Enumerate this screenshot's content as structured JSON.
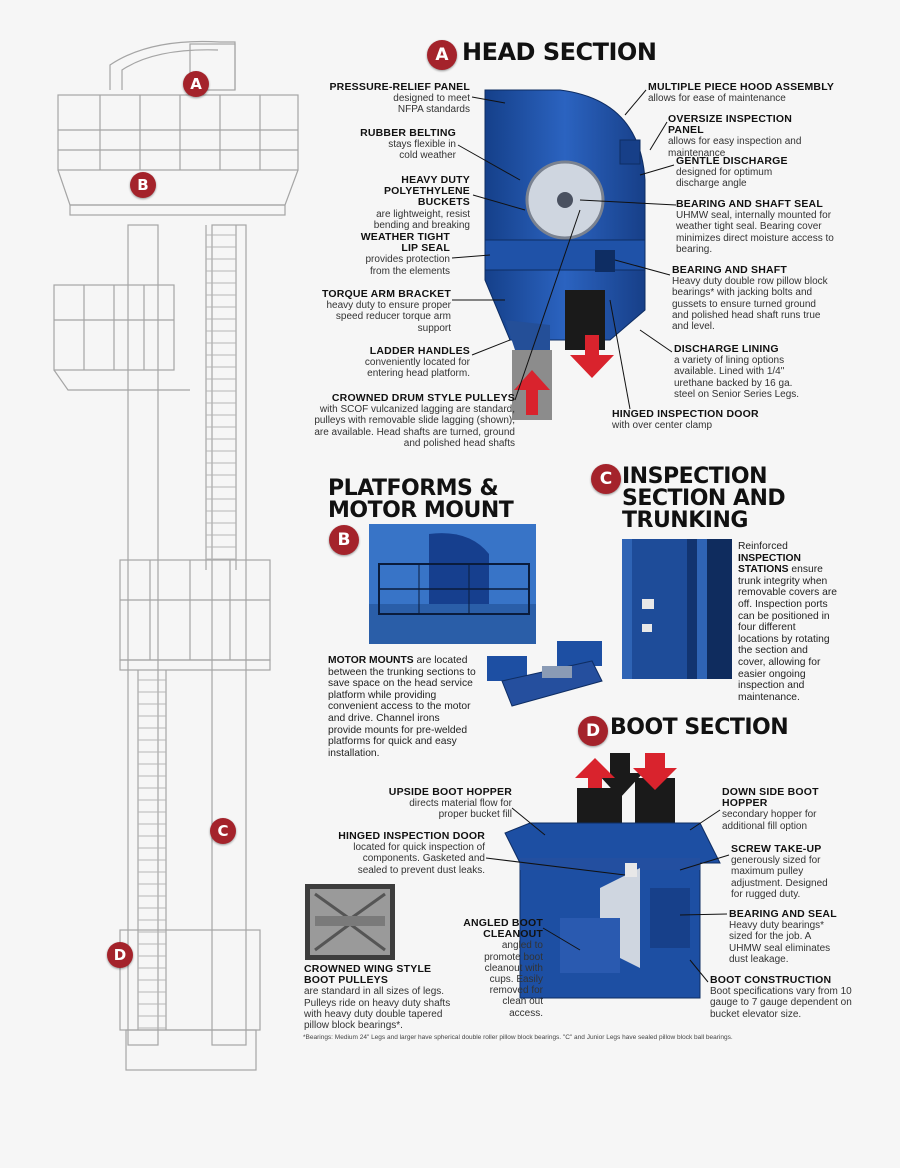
{
  "head": {
    "badge": "A",
    "title": "HEAD SECTION",
    "left_callouts": [
      {
        "title": "PRESSURE-RELIEF PANEL",
        "text": "designed to meet NFPA standards"
      },
      {
        "title": "RUBBER BELTING",
        "text": "stays flexible in cold weather"
      },
      {
        "title": "HEAVY DUTY POLYETHYLENE BUCKETS",
        "text": "are lightweight, resist bending and breaking"
      },
      {
        "title": "WEATHER TIGHT LIP SEAL",
        "text": "provides protection from the elements"
      },
      {
        "title": "TORQUE ARM BRACKET",
        "text": "heavy duty to ensure proper speed reducer torque arm support"
      },
      {
        "title": "LADDER HANDLES",
        "text": "conveniently located for entering head platform."
      },
      {
        "title": "CROWNED DRUM STYLE PULLEYS",
        "text": "with SCOF vulcanized lagging are standard, pulleys with removable slide lagging (shown), are available. Head shafts are turned, ground and polished head shafts"
      }
    ],
    "right_callouts": [
      {
        "title": "MULTIPLE PIECE HOOD ASSEMBLY",
        "text": "allows for ease of maintenance"
      },
      {
        "title": "OVERSIZE INSPECTION PANEL",
        "text": "allows for easy inspection and maintenance"
      },
      {
        "title": "GENTLE DISCHARGE",
        "text": "designed for optimum discharge angle"
      },
      {
        "title": "BEARING AND SHAFT SEAL",
        "text": "UHMW seal, internally mounted for weather tight seal. Bearing cover minimizes direct moisture access to bearing."
      },
      {
        "title": "BEARING AND SHAFT",
        "text": "Heavy duty double row pillow block bearings* with jacking bolts and gussets to ensure turned ground and polished head shaft runs true and level."
      },
      {
        "title": "DISCHARGE LINING",
        "text": "a variety of lining options available. Lined with 1/4\" urethane backed by 16 ga. steel on Senior Series Legs."
      },
      {
        "title": "HINGED INSPECTION DOOR",
        "text": "with over center clamp"
      }
    ]
  },
  "platforms": {
    "badge": "B",
    "title_line1": "PLATFORMS &",
    "title_line2": "MOTOR MOUNT",
    "bold": "MOTOR MOUNTS",
    "text": "are located between the trunking sections to save space on the head service platform while providing convenient access to the motor and drive. Channel irons provide mounts for pre-welded platforms for quick and easy installation."
  },
  "inspection": {
    "badge": "C",
    "title_line1": "INSPECTION",
    "title_line2": "SECTION AND",
    "title_line3": "TRUNKING",
    "pre": "Reinforced",
    "bold": "INSPECTION STATIONS",
    "text": "ensure trunk integrity when removable covers are off. Inspection ports can be positioned in four different locations by rotating the section and cover, allowing for easier ongoing inspection and maintenance."
  },
  "boot": {
    "badge": "D",
    "title": "BOOT SECTION",
    "left_callouts": [
      {
        "title": "UPSIDE BOOT HOPPER",
        "text": "directs material flow for proper bucket fill"
      },
      {
        "title": "HINGED INSPECTION DOOR",
        "text": "located for quick inspection of components. Gasketed and sealed to prevent dust leaks."
      },
      {
        "title": "ANGLED BOOT CLEANOUT",
        "text": "angled to promote boot cleanout with cups. Easily removed for clean out access."
      }
    ],
    "right_callouts": [
      {
        "title": "DOWN SIDE BOOT HOPPER",
        "text": "secondary hopper for additional fill option"
      },
      {
        "title": "SCREW TAKE-UP",
        "text": "generously sized for maximum pulley adjustment. Designed for rugged duty."
      },
      {
        "title": "BEARING AND SEAL",
        "text": "Heavy duty bearings* sized for the job. A UHMW seal eliminates dust leakage."
      },
      {
        "title": "BOOT CONSTRUCTION",
        "text": "Boot specifications vary from 10 gauge to 7 gauge dependent on bucket elevator size."
      }
    ],
    "wing": {
      "title": "CROWNED WING STYLE BOOT PULLEYS",
      "text": "are standard in all sizes of legs. Pulleys ride on heavy duty shafts with heavy duty double tapered pillow block bearings*."
    }
  },
  "diagram_badges": [
    "A",
    "B",
    "C",
    "D"
  ],
  "footnote": "*Bearings: Medium 24\" Legs and larger have spherical double roller pillow block bearings. \"C\" and Junior Legs have sealed pillow block ball bearings.",
  "colors": {
    "badge": "#a4232b",
    "machine_blue": "#1d4fa3",
    "arrow_red": "#d9232d",
    "frame_line": "#9a9a9a"
  }
}
